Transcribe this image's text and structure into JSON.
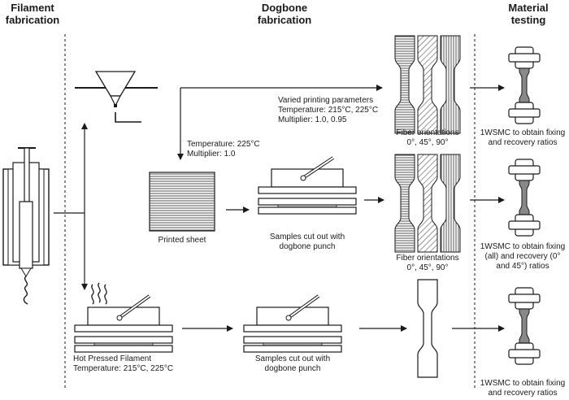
{
  "headers": {
    "filament": [
      "Filament",
      "fabrication"
    ],
    "dogbone": [
      "Dogbone",
      "fabrication"
    ],
    "material": [
      "Material",
      "testing"
    ]
  },
  "labels": {
    "varied": [
      "Varied printing parameters",
      "Temperature: 215°C, 225°C",
      "Multiplier: 1.0, 0.95"
    ],
    "printed_params": [
      "Temperature: 225°C",
      "Multiplier: 1.0"
    ],
    "printed_sheet": "Printed sheet",
    "cut_out_1": [
      "Samples cut out with",
      "dogbone punch"
    ],
    "cut_out_2": [
      "Samples cut out with",
      "dogbone punch"
    ],
    "fiber_1": [
      "Fiber orientations",
      "0°, 45°, 90°"
    ],
    "fiber_2": [
      "Fiber orientations",
      "0°, 45°, 90°"
    ],
    "hot_pressed": [
      "Hot Pressed Filament",
      "Temperature: 215°C, 225°C"
    ],
    "test_1": [
      "1WSMC to obtain fixing",
      "and recovery ratios"
    ],
    "test_2": [
      "1WSMC to obtain fixing",
      "(all) and recovery (0°",
      "and 45°) ratios"
    ],
    "test_3": [
      "1WSMC to obtain fixing",
      "and recovery ratios"
    ]
  }
}
